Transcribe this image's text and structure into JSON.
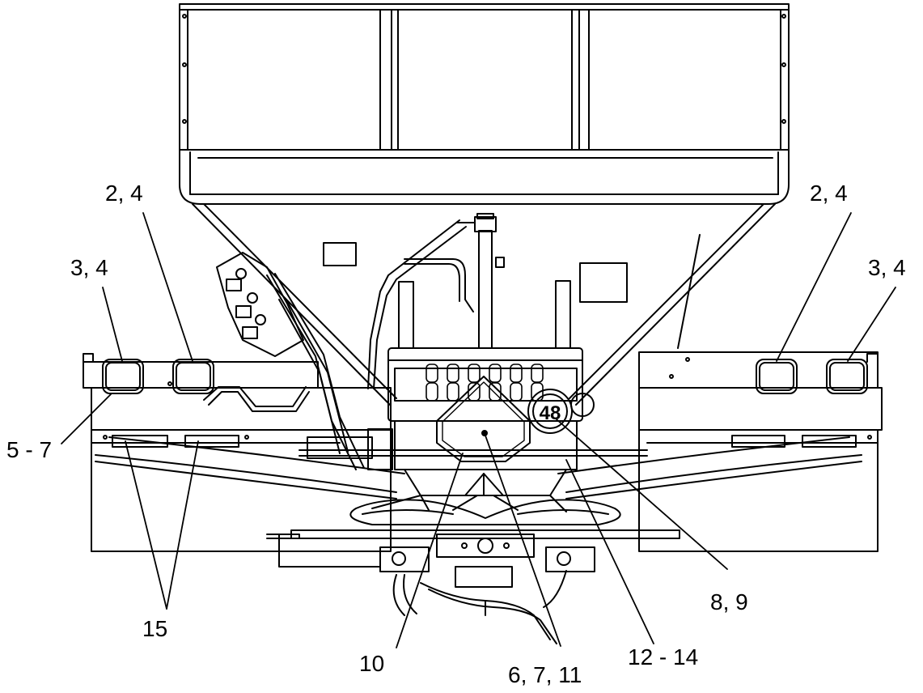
{
  "diagram": {
    "callouts": [
      {
        "id": "c1",
        "text": "2, 4"
      },
      {
        "id": "c2",
        "text": "3, 4"
      },
      {
        "id": "c3",
        "text": "2, 4"
      },
      {
        "id": "c4",
        "text": "3, 4"
      },
      {
        "id": "c5",
        "text": "5 - 7"
      },
      {
        "id": "c6",
        "text": "8, 9"
      },
      {
        "id": "c7",
        "text": "12 - 14"
      },
      {
        "id": "c8",
        "text": "15"
      },
      {
        "id": "c9",
        "text": "10"
      },
      {
        "id": "c10",
        "text": "6, 7, 11"
      }
    ],
    "badge": "48"
  },
  "colors": {
    "line": "#000000",
    "background": "#ffffff"
  }
}
